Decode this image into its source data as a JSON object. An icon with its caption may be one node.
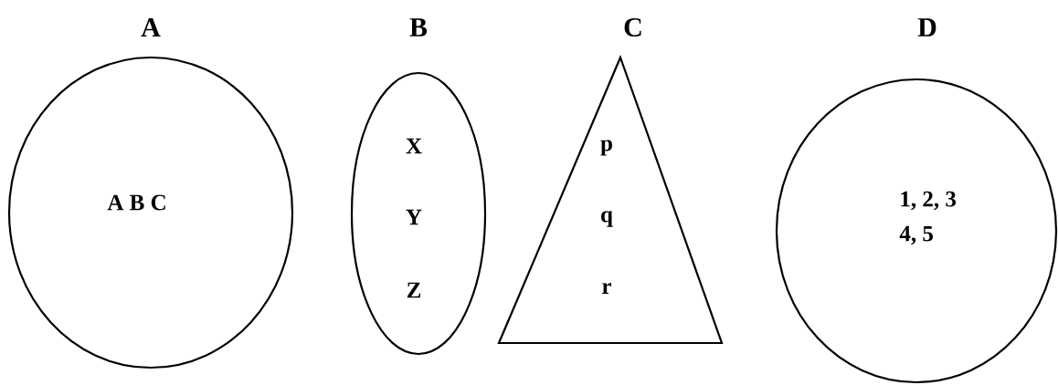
{
  "diagram": {
    "nodes": [
      {
        "text": [
          "A",
          "A B C"
        ]
      },
      {
        "text": [
          "B",
          "X",
          "Y",
          "Z"
        ]
      },
      {
        "text": [
          "C",
          "p",
          "q",
          "r"
        ]
      },
      {
        "text": [
          "D",
          "1, 2, 3",
          "4, 5"
        ]
      }
    ]
  }
}
